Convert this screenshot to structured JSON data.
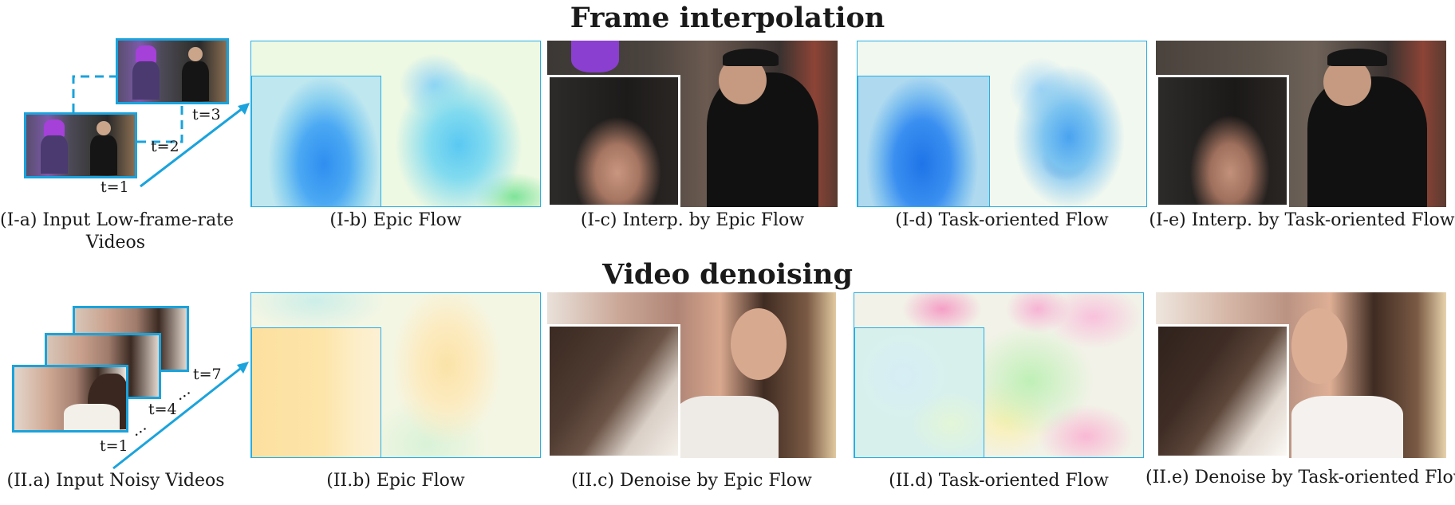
{
  "titles": {
    "frame_interpolation": "Frame interpolation",
    "video_denoising": "Video denoising"
  },
  "row1": {
    "time_labels": [
      "t=1",
      "t=2",
      "t=3"
    ],
    "captions": {
      "a_line1": "(I-a) Input Low-frame-rate",
      "a_line2": "Videos",
      "b": "(I-b) Epic Flow",
      "c": "(I-c) Interp. by Epic Flow",
      "d": "(I-d) Task-oriented Flow",
      "e": "(I-e) Interp. by Task-oriented Flow"
    }
  },
  "row2": {
    "time_labels": [
      "t=1",
      "t=4",
      "t=7"
    ],
    "ellipsis": "…",
    "captions": {
      "a": "(II.a) Input Noisy Videos",
      "b": "(II.b) Epic Flow",
      "c": "(II.c) Denoise by Epic Flow",
      "d": "(II.d) Task-oriented Flow",
      "e": "(II.e) Denoise by Task-oriented Flow"
    }
  },
  "colors": {
    "accent_blue": "#1aa3dc",
    "flow_border": "#27aee5",
    "text": "#1a1a1a"
  }
}
